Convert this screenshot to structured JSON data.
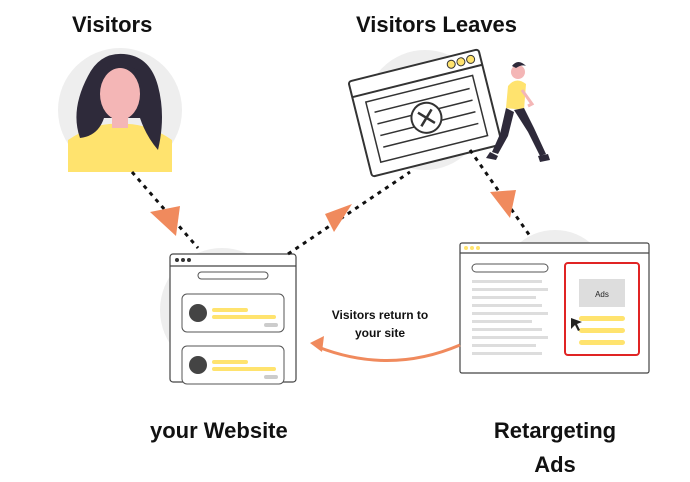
{
  "labels": {
    "visitors": "Visitors",
    "visitors_leaves": "Visitors Leaves",
    "your_website": "your Website",
    "retargeting_line1": "Retargeting",
    "retargeting_line2": "Ads",
    "return_line1": "Visitors return to",
    "return_line2": "your site",
    "ads_box": "Ads"
  },
  "colors": {
    "arrow": "#F08A5D",
    "dotted": "#111111",
    "yellow": "#FFE36E",
    "skin": "#F4B6B6",
    "hair": "#2E2A3A",
    "circle_bg": "#EEEEEE",
    "ad_border": "#E02424",
    "window_line": "#333333"
  }
}
